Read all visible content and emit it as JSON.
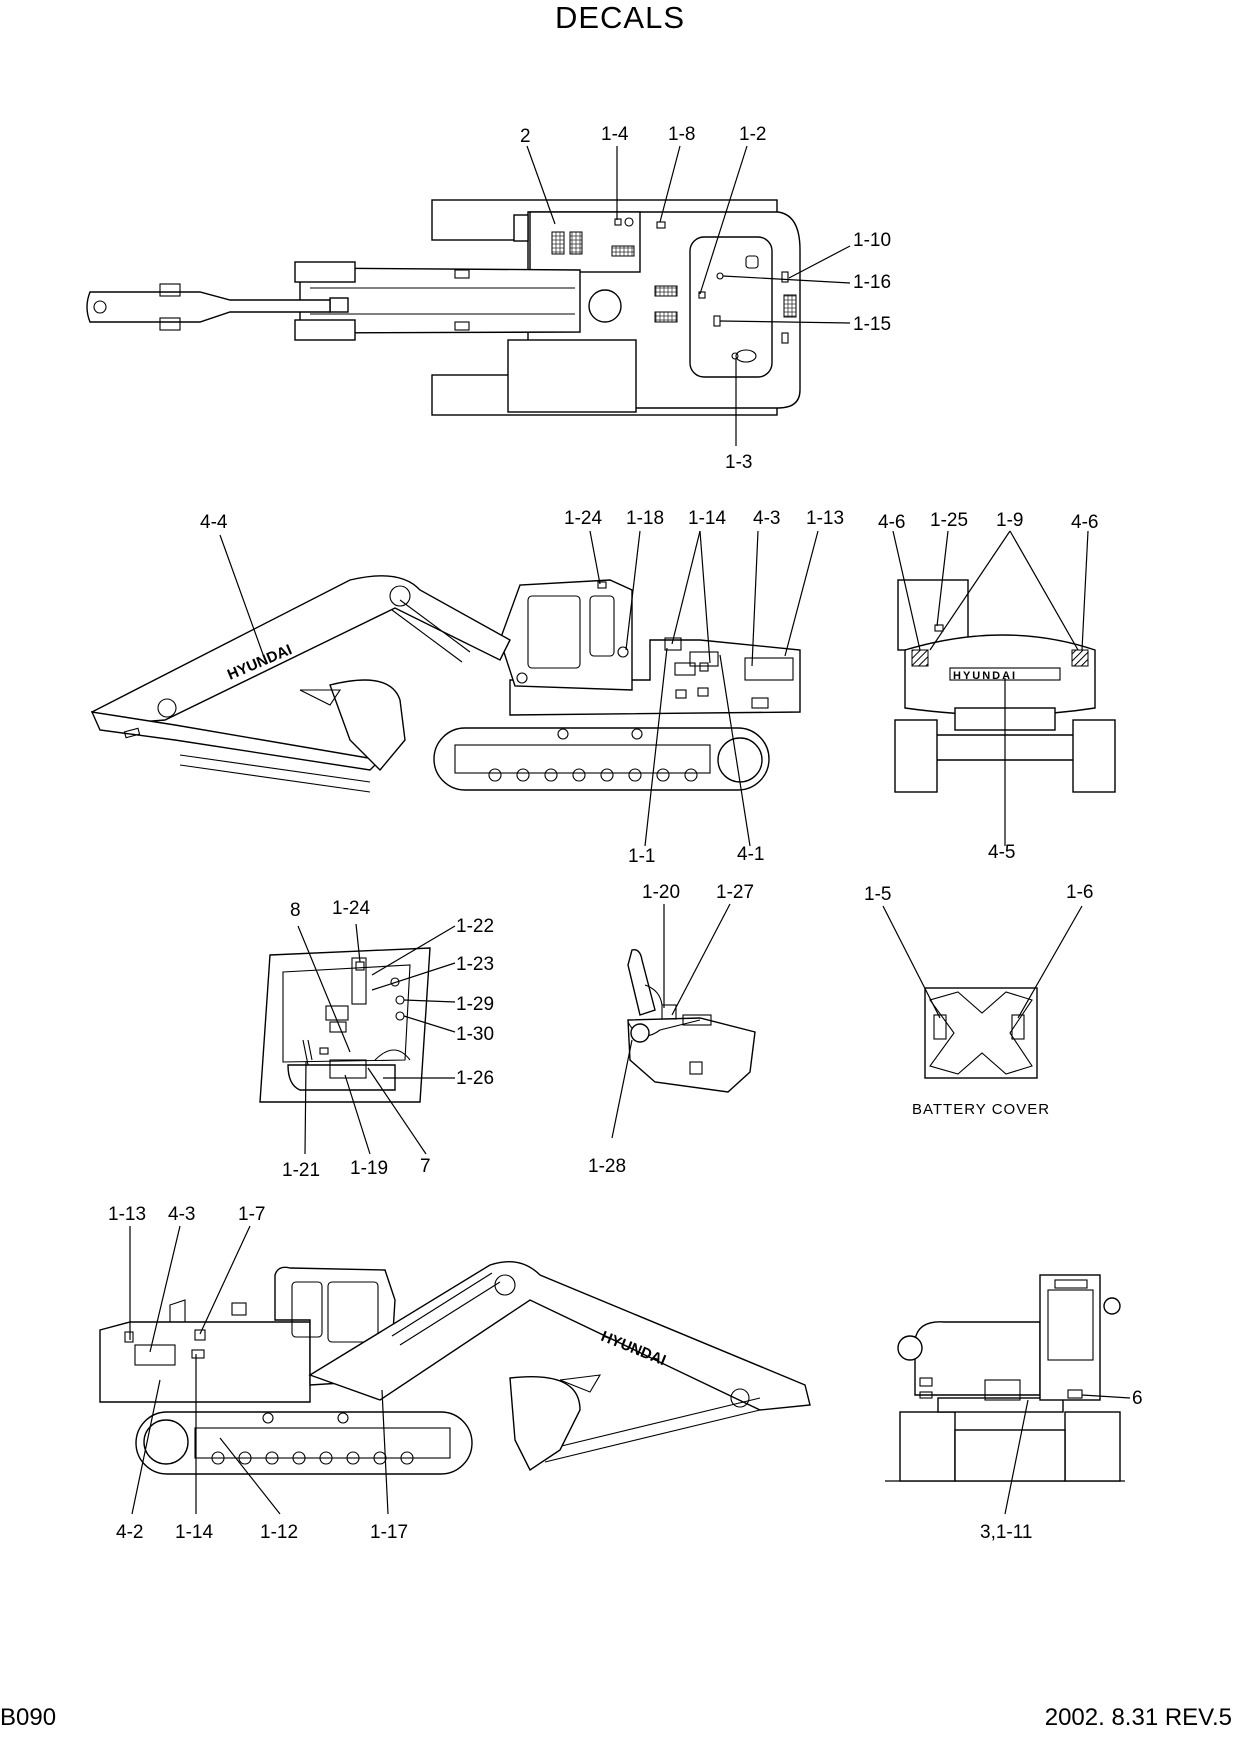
{
  "title": "DECALS",
  "page_code": "B090",
  "revision": "2002. 8.31 REV.5",
  "brand_text": "HYUNDAI",
  "captions": {
    "battery_cover": "BATTERY COVER"
  },
  "top_view": {
    "labels": [
      "2",
      "1-4",
      "1-8",
      "1-2",
      "1-10",
      "1-16",
      "1-15",
      "1-3"
    ]
  },
  "left_side_view": {
    "labels": [
      "4-4",
      "1-24",
      "1-18",
      "1-14",
      "4-3",
      "1-13",
      "1-1",
      "4-1"
    ]
  },
  "rear_view": {
    "labels": [
      "4-6",
      "1-25",
      "1-9",
      "4-6",
      "4-5"
    ]
  },
  "cab_interior": {
    "labels": [
      "8",
      "1-24",
      "1-22",
      "1-23",
      "1-29",
      "1-30",
      "1-26",
      "1-21",
      "1-19",
      "7"
    ]
  },
  "joystick_console": {
    "labels": [
      "1-20",
      "1-27",
      "1-28"
    ]
  },
  "battery_cover": {
    "labels": [
      "1-5",
      "1-6"
    ]
  },
  "right_side_view": {
    "labels": [
      "1-13",
      "4-3",
      "1-7",
      "4-2",
      "1-14",
      "1-12",
      "1-17"
    ]
  },
  "front_view": {
    "labels": [
      "6",
      "3,1-11"
    ]
  }
}
